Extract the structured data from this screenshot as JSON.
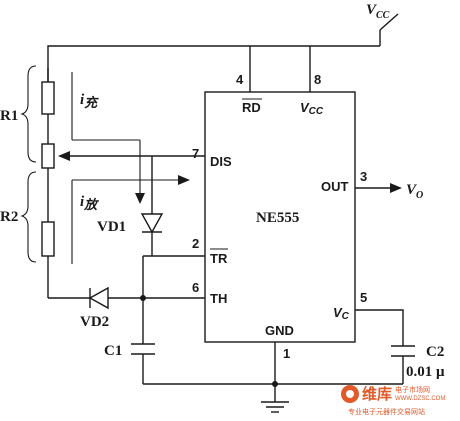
{
  "power": {
    "vcc": "V",
    "vcc_sub": "CC"
  },
  "chip": {
    "name": "NE555",
    "rd_label": "RD",
    "vcc_pin_label": "V",
    "vcc_pin_sub": "CC",
    "dis_label": "DIS",
    "tr_label": "TR",
    "th_label": "TH",
    "out_label": "OUT",
    "vc_label": "V",
    "vc_sub": "C",
    "gnd_label": "GND"
  },
  "pins": {
    "p4": "4",
    "p8": "8",
    "p7": "7",
    "p2": "2",
    "p6": "6",
    "p3": "3",
    "p5": "5",
    "p1": "1"
  },
  "output": {
    "label": "V",
    "sub": "O"
  },
  "components": {
    "r1": "R1",
    "r2": "R2",
    "vd1": "VD1",
    "vd2": "VD2",
    "c1": "C1",
    "c2": "C2",
    "c2_value": "0.01 μ"
  },
  "currents": {
    "charge": "i",
    "charge_sub": "充",
    "discharge": "i",
    "discharge_sub": "放"
  },
  "watermark": {
    "brand": "维库",
    "tag": "电子市场网",
    "slogan": "专业电子元器件交易网站",
    "url": "WWW.DZSC.COM"
  }
}
